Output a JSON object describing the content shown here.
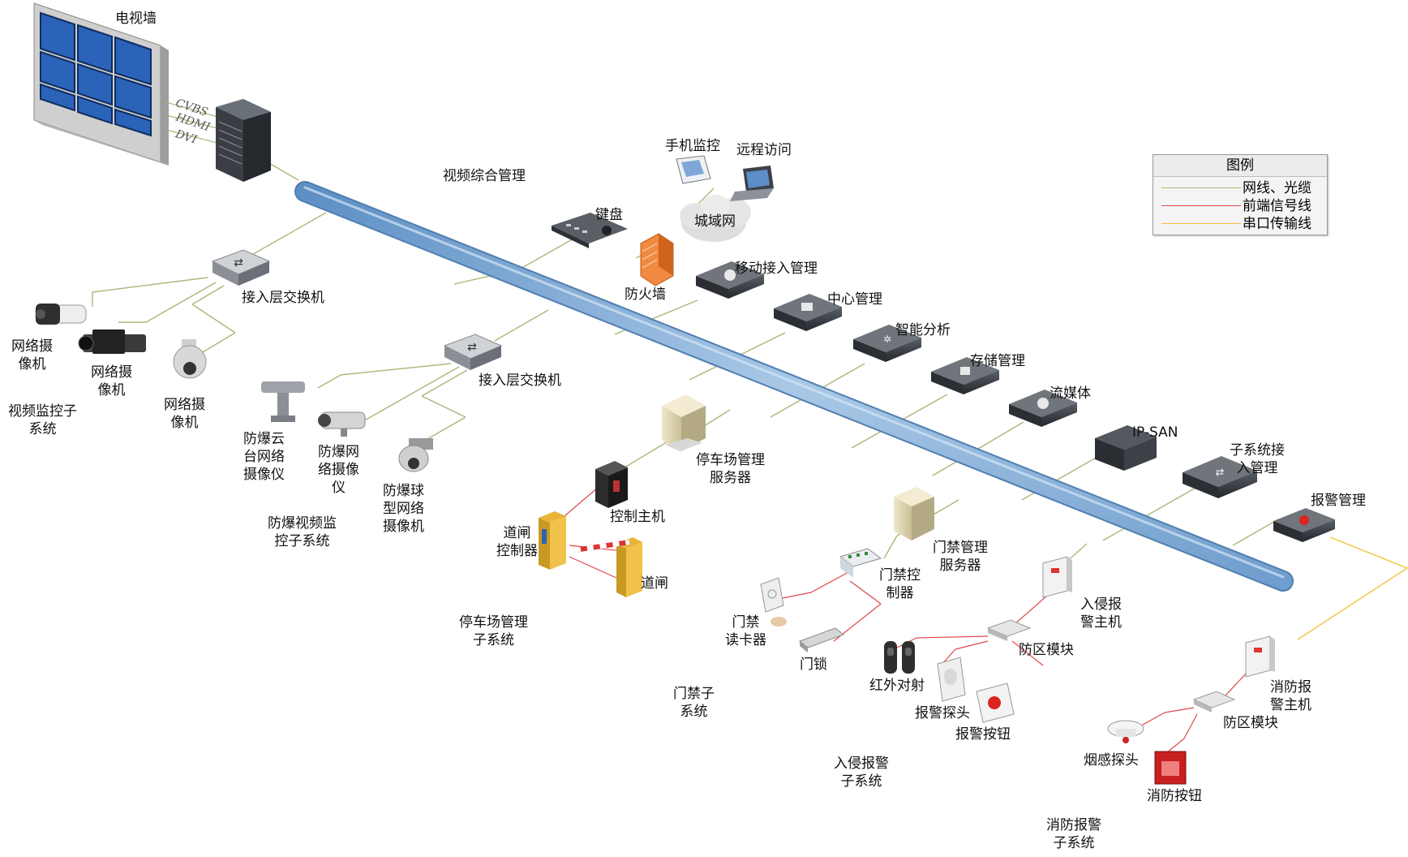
{
  "colors": {
    "network": "#aab77a",
    "frontend": "#e0474c",
    "serial": "#f2c43a",
    "backbone": "#7da4cc"
  },
  "video_wall": {
    "label": "电视墙",
    "signals": [
      "CVBS",
      "HDMI",
      "DVI"
    ]
  },
  "legend": {
    "title": "图例",
    "items": [
      {
        "label": "网线、光缆",
        "line": "network"
      },
      {
        "label": "前端信号线",
        "line": "frontend"
      },
      {
        "label": "串口传输线",
        "line": "serial"
      }
    ]
  },
  "labels": {
    "video_mgmt": "视频综合管理",
    "mobile_monitor": "手机监控",
    "remote_access": "远程访问",
    "keyboard": "键盘",
    "metro_net": "城域网",
    "firewall": "防火墙",
    "mobile_access_mgmt": "移动接入管理",
    "center_mgmt": "中心管理",
    "smart_analysis": "智能分析",
    "storage_mgmt": "存储管理",
    "streaming": "流媒体",
    "ipsan": "IP-SAN",
    "subsystem_access": "子系统接\n入管理",
    "alarm_mgmt": "报警管理",
    "switch1": "接入层交换机",
    "switch2": "接入层交换机",
    "cam1": "网络摄\n像机",
    "cam2": "网络摄\n像机",
    "cam3": "网络摄\n像机",
    "video_sub": "视频监控子\n系统",
    "ex_cam1": "防爆云\n台网络\n摄像仪",
    "ex_cam2": "防爆网\n络摄像\n仪",
    "ex_cam3": "防爆球\n型网络\n摄像机",
    "ex_sub": "防爆视频监\n控子系统",
    "parking_server": "停车场管理\n服务器",
    "control_host": "控制主机",
    "barrier_ctrl": "道闸\n控制器",
    "barrier": "道闸",
    "parking_sub": "停车场管理\n子系统",
    "door_server": "门禁管理\n服务器",
    "door_ctrl": "门禁控\n制器",
    "card_reader": "门禁\n读卡器",
    "door_lock": "门锁",
    "door_sub": "门禁子\n系统",
    "intrusion_host": "入侵报\n警主机",
    "zone_module1": "防区模块",
    "ir_beam": "红外对射",
    "alarm_probe": "报警探头",
    "alarm_button": "报警按钮",
    "intrusion_sub": "入侵报警\n子系统",
    "fire_host": "消防报\n警主机",
    "zone_module2": "防区模块",
    "smoke": "烟感探头",
    "fire_button": "消防按钮",
    "fire_sub": "消防报警\n子系统"
  }
}
